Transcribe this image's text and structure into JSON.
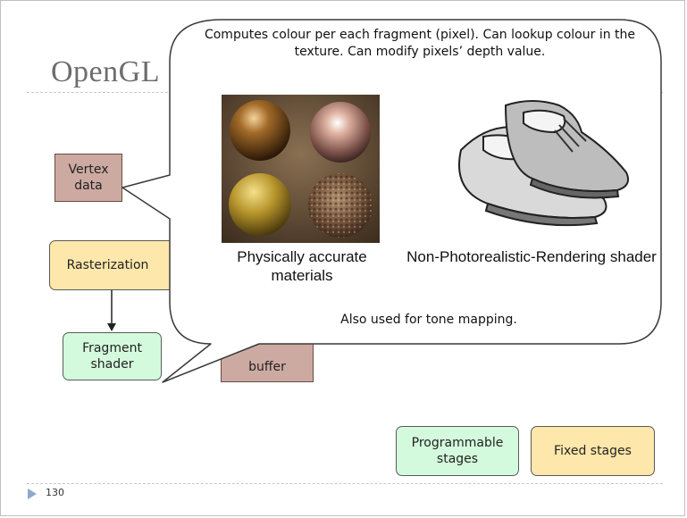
{
  "slide": {
    "title": "OpenGL",
    "page_number": "130"
  },
  "diagram": {
    "vertex_data": "Vertex data",
    "rasterization": "Rasterization",
    "fragment_shader": "Fragment shader",
    "frame_buffer_partial": "buffer"
  },
  "callout": {
    "description": "Computes colour per each fragment (pixel). Can lookup colour in the texture. Can modify pixels’ depth value.",
    "left_caption": "Physically accurate materials",
    "right_caption": "Non-Photorealistic-Rendering shader",
    "tone_mapping": "Also used for tone mapping."
  },
  "legend": {
    "programmable": "Programmable stages",
    "fixed": "Fixed stages"
  },
  "colors": {
    "data_box": "#cdaaa1",
    "fixed_stage": "#fde7aa",
    "programmable_stage": "#d4fadd"
  }
}
